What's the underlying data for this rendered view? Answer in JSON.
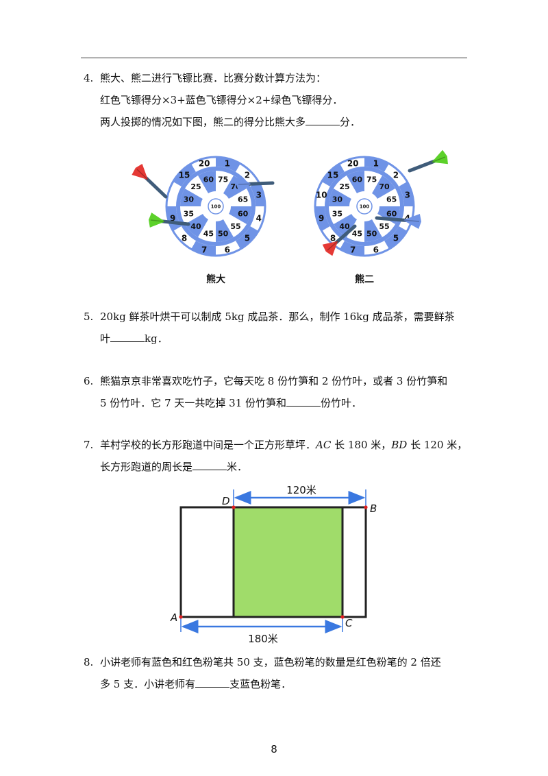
{
  "q4": {
    "num": "4.",
    "line1": "熊大、熊二进行飞镖比赛．比赛分数计算方法为：",
    "line2": "红色飞镖得分×3+蓝色飞镖得分×2+绿色飞镖得分．",
    "line3_pre": "两人投掷的情况如下图，熊二的得分比熊大多",
    "line3_post": "分．",
    "board_outer": [
      "1",
      "2",
      "3",
      "4",
      "5",
      "6",
      "7",
      "8",
      "9",
      "10",
      "15",
      "20"
    ],
    "board_inner": [
      "75",
      "70",
      "65",
      "60",
      "55",
      "50",
      "45",
      "40",
      "35",
      "30",
      "25",
      "60"
    ],
    "board_center": "100",
    "label_left": "熊大",
    "label_right": "熊二",
    "board_left_missing_outer": "10",
    "colors": {
      "blue": "#6f93e6",
      "red": "#e53935",
      "green": "#5cd12a",
      "dark": "#3f5c7a"
    }
  },
  "q5": {
    "num": "5.",
    "line1": "20kg 鲜茶叶烘干可以制成 5kg 成品茶．那么，制作 16kg 成品茶，需要鲜茶",
    "line2_pre": "叶",
    "line2_post": "kg．"
  },
  "q6": {
    "num": "6.",
    "line1": "熊猫京京非常喜欢吃竹子，它每天吃 8 份竹笋和 2 份竹叶，或者 3 份竹笋和",
    "line2_pre": "5 份竹叶．它 7 天一共吃掉 31 份竹笋和",
    "line2_post": "份竹叶．"
  },
  "q7": {
    "num": "7.",
    "line1_a": "羊村学校的长方形跑道中间是一个正方形草坪．",
    "line1_ac": "AC",
    "line1_b": " 长 180 米，",
    "line1_bd": "BD",
    "line1_c": " 长 120 米，",
    "line2_pre": "长方形跑道的周长是",
    "line2_post": "米．",
    "label_top": "120米",
    "label_bottom": "180米",
    "pt_a": "A",
    "pt_b": "B",
    "pt_c": "C",
    "pt_d": "D",
    "colors": {
      "grass": "#a0dc6a",
      "arrow": "#3a78e0",
      "point": "#e02020"
    }
  },
  "q8": {
    "num": "8.",
    "line1": "小讲老师有蓝色和红色粉笔共 50 支，蓝色粉笔的数量是红色粉笔的 2 倍还",
    "line2_pre": "多 5 支．小讲老师有",
    "line2_post": "支蓝色粉笔．"
  },
  "page_number": "8"
}
